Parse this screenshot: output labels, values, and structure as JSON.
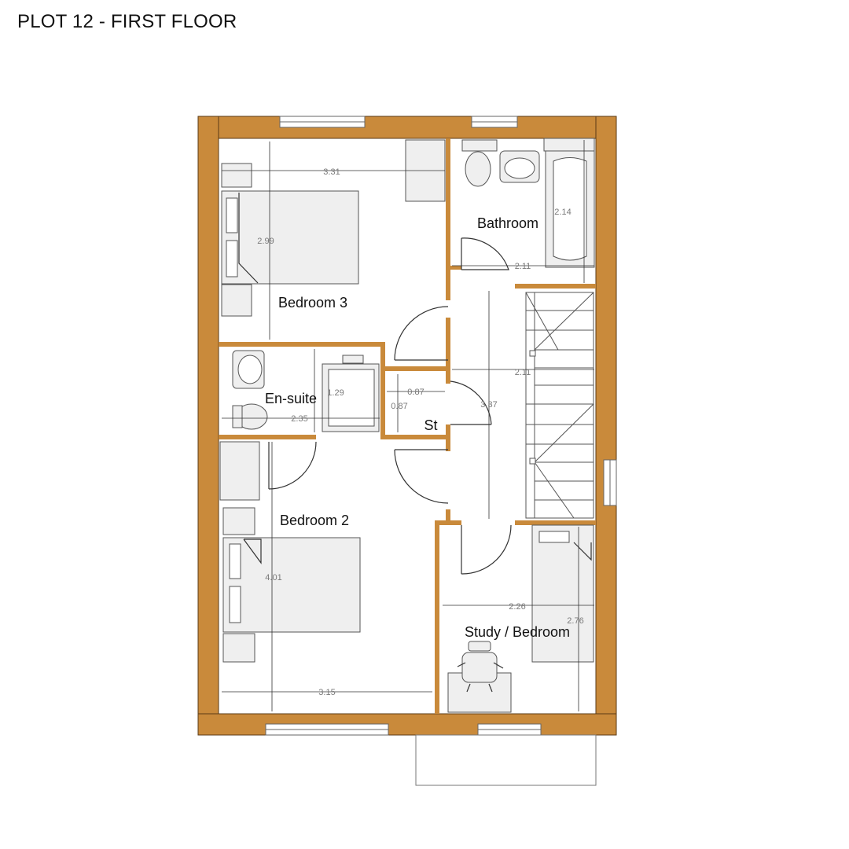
{
  "title": "PLOT 12 - FIRST FLOOR",
  "colors": {
    "wall": "#C98A3B",
    "furniture": "#EFEFEF",
    "line": "#333333"
  },
  "rooms": {
    "bedroom3": "Bedroom 3",
    "bathroom": "Bathroom",
    "ensuite": "En-suite",
    "store": "St",
    "bedroom2": "Bedroom 2",
    "study": "Study / Bedroom"
  },
  "dimensions": {
    "bed3_width": "3.31",
    "bed3_depth": "2.99",
    "bath_depth": "2.14",
    "bath_width": "2.11",
    "landing_width": "2.11",
    "landing_depth": "3.37",
    "ensuite_depth": "1.29",
    "ensuite_width": "2.35",
    "store_width": "0.87",
    "store_depth": "0.87",
    "bed2_depth": "4.01",
    "bed2_width": "3.15",
    "study_width": "2.26",
    "study_depth": "2.76"
  }
}
